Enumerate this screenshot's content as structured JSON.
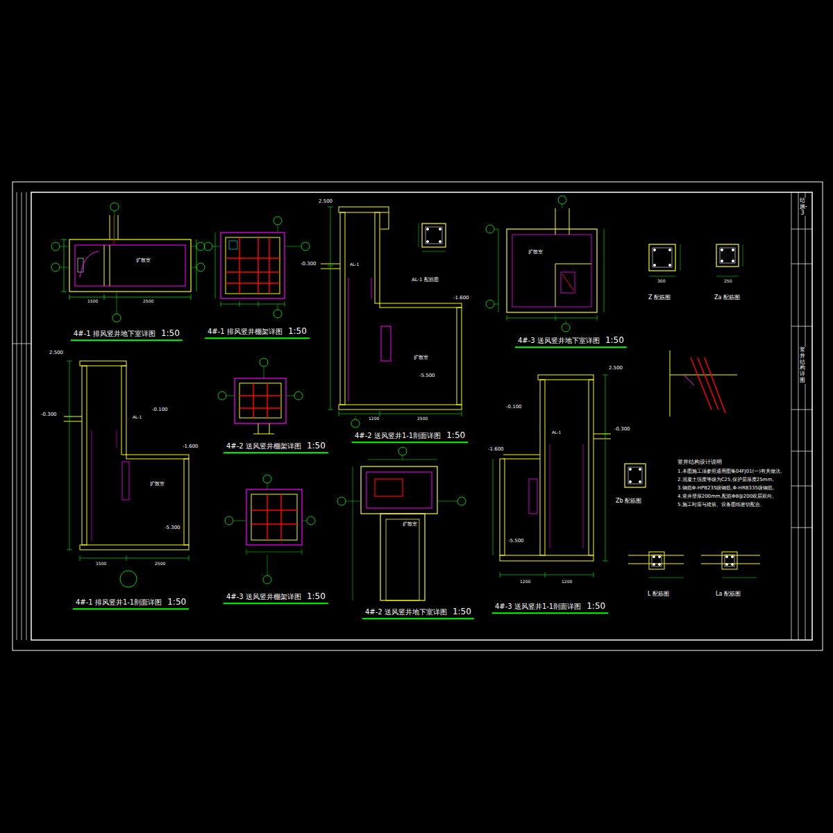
{
  "diagram": {
    "labels": [
      "4#-1 排风竖井地下室详图",
      "1:50",
      "4#-1 排风竖井棚架详图",
      "1:50",
      "4#-2 送风竖井1-1剖面详图",
      "1:50",
      "4#-3 送风竖井地下室详图",
      "1:50",
      "4#-1 排风竖井1-1剖面详图",
      "1:50",
      "4#-2 送风竖井棚架详图",
      "1:50",
      "4#-3 送风竖井棚架详图",
      "1:50",
      "4#-2 送风竖井地下室详图",
      "1:50",
      "4#-3 送风竖井1-1剖面详图",
      "1:50",
      "AL-1 配筋图",
      "Z 配筋图",
      "Za 配筋图",
      "Zb 配筋图",
      "L 配筋图",
      "La 配筋图",
      "竖井结构设计说明",
      "1.本图施工须参照通用图集04FJ01(一)有关做法。",
      "2.混凝土强度等级为C25,保护层厚度25mm。",
      "3.钢筋Φ-HPB235级钢筋,Φ-HRB335级钢筋。",
      "4.竖井壁厚200mm,配筋Φ8@200双层双向。",
      "5.施工时应与建筑、设备图纸密切配合。",
      "2.500",
      "-0.300",
      "-0.100",
      "-1.600",
      "-5.300",
      "2.500",
      "-0.300",
      "-1.600",
      "-5.500",
      "2.500",
      "-0.300",
      "-0.100",
      "-1.600",
      "-5.500",
      "扩散室",
      "扩散室",
      "扩散室",
      "扩散室",
      "扩散室",
      "1500",
      "2500",
      "1500",
      "2500",
      "1200",
      "2500",
      "1200",
      "1200",
      "300",
      "250",
      "竖井结构详图",
      "结施-3",
      "AL-1",
      "AL-1",
      "AL-1"
    ]
  }
}
